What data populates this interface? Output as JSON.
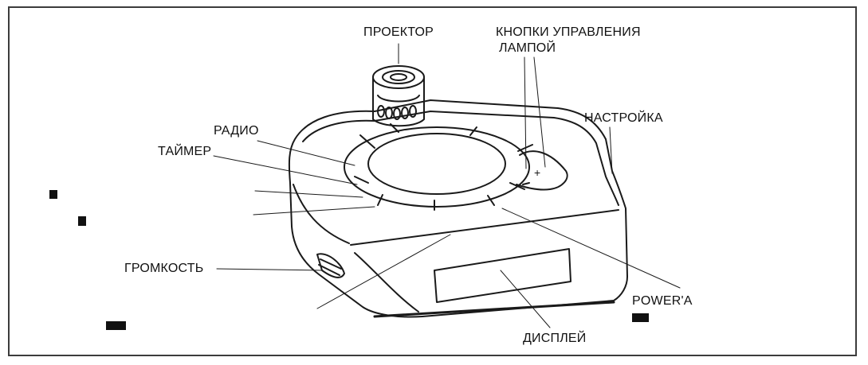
{
  "labels": {
    "projector": "ПРОЕКТОР",
    "lamp_buttons_line1": "КНОПКИ УПРАВЛЕНИЯ",
    "lamp_buttons_line2": "ЛАМПОЙ",
    "tuning": "НАСТРОЙКА",
    "radio": "РАДИО",
    "timer": "ТАЙМЕР",
    "volume": "ГРОМКОСТЬ",
    "power": "POWER'A",
    "display": "ДИСПЛЕЙ"
  },
  "colors": {
    "line": "#1a1a1a",
    "frame": "#3c3c3c",
    "text": "#111111"
  }
}
